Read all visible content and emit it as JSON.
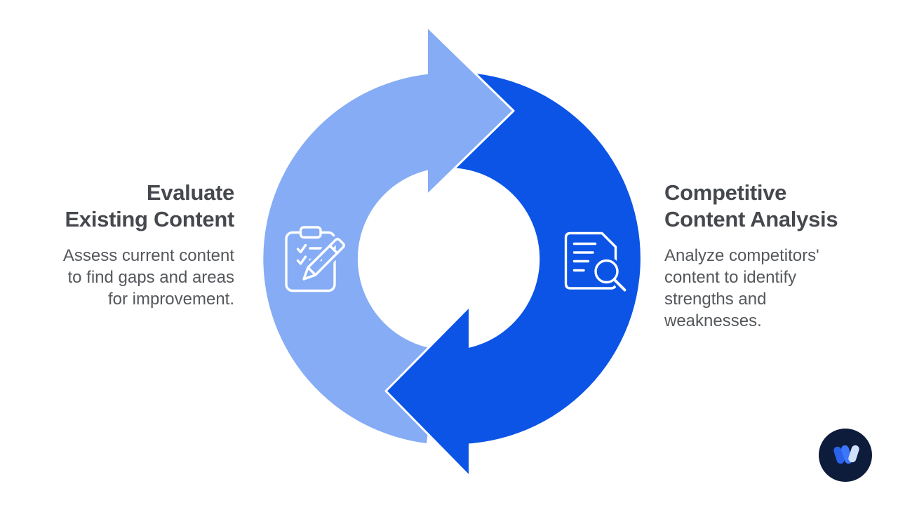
{
  "diagram": {
    "type": "cycle",
    "steps": [
      {
        "title": "Evaluate\nExisting Content",
        "description": "Assess current content\nto find gaps and areas\nfor improvement.",
        "icon": "clipboard-checklist-icon",
        "arrow_color": "#85ACF4",
        "position": "left"
      },
      {
        "title": "Competitive\nContent Analysis",
        "description": "Analyze competitors'\ncontent to identify\nstrengths and\nweaknesses.",
        "icon": "document-search-icon",
        "arrow_color": "#0B54E6",
        "position": "right"
      }
    ]
  },
  "colors": {
    "light_arrow": "#85ACF4",
    "dark_arrow": "#0B54E6",
    "heading_text": "#45484C",
    "body_text": "#54575B",
    "background": "#FFFFFF",
    "icon_line": "#FFFFFF",
    "logo_circle": "#0E1C3C",
    "logo_stroke_1": "#2A62EC",
    "logo_stroke_2": "#3B77F7",
    "logo_stroke_3": "#CFE0FB"
  }
}
